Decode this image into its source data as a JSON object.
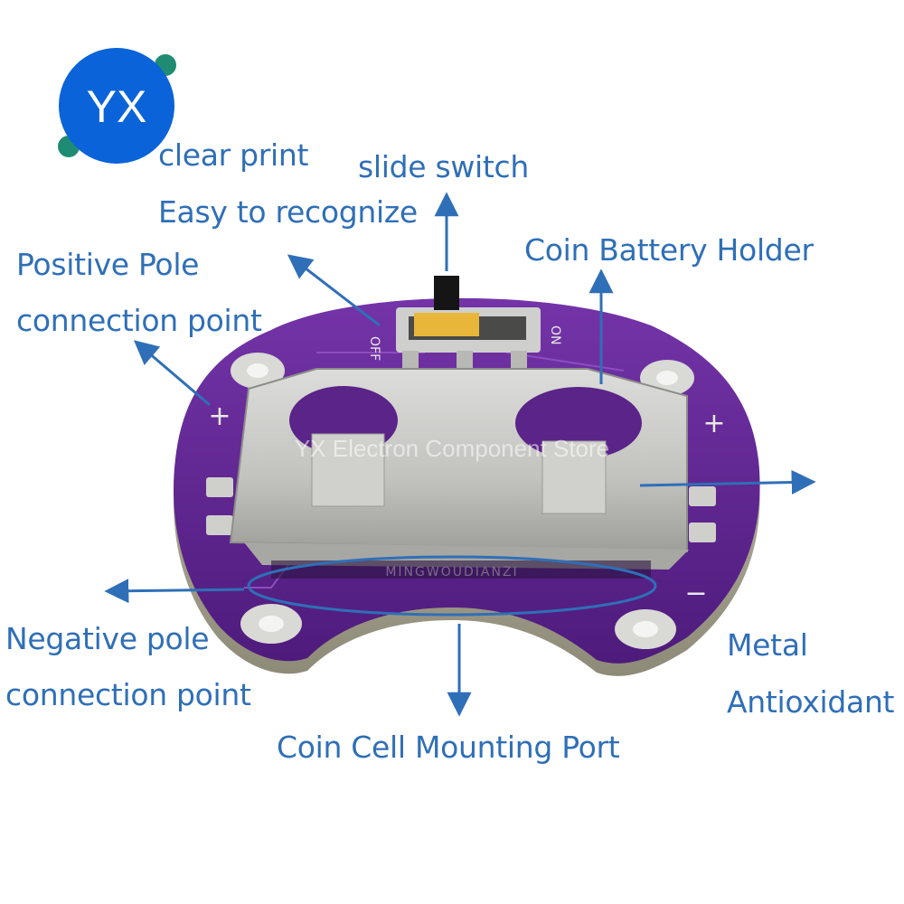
{
  "logo": {
    "text": "YX",
    "circle_color": "#0a63d8",
    "accent_color": "#1f8b73"
  },
  "watermark": {
    "text": "YX Electron Component Store"
  },
  "board_marking": {
    "text": "MINGWOUDIANZI"
  },
  "switch_labels": {
    "off": "OFF",
    "on": "ON"
  },
  "polarity": {
    "plus": "+",
    "minus": "−"
  },
  "callouts": {
    "clear_print": "clear print",
    "easy_recognize": "Easy to recognize",
    "slide_switch": "slide switch",
    "coin_battery_holder": "Coin Battery Holder",
    "positive_pole_1": "Positive Pole",
    "positive_pole_2": "connection point",
    "negative_pole_1": "Negative pole",
    "negative_pole_2": "connection point",
    "metal_1": "Metal",
    "metal_2": "Antioxidant",
    "mounting_port": "Coin Cell Mounting Port"
  },
  "colors": {
    "label": "#2f6fb7",
    "arrow": "#2f6fb7",
    "pcb": "#5b2488",
    "metal": "#c9c9c7"
  }
}
